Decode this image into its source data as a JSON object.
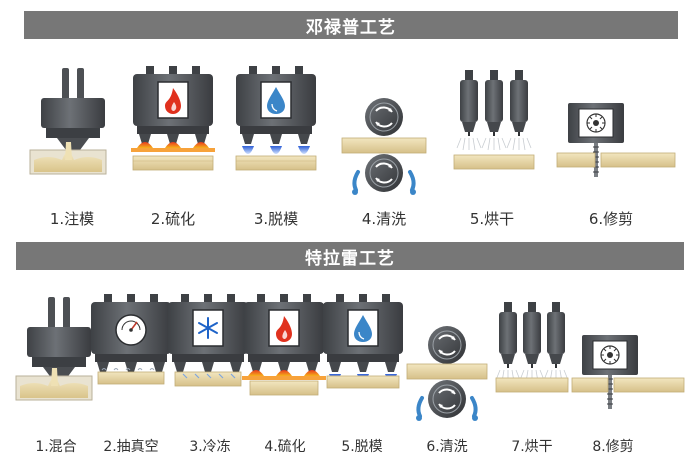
{
  "section_a": {
    "title": "邓禄普工艺",
    "steps": [
      {
        "label": "1.注模",
        "icon": "injection-nozzle-icon"
      },
      {
        "label": "2.硫化",
        "icon": "heating-press-icon"
      },
      {
        "label": "3.脱模",
        "icon": "cooling-press-icon"
      },
      {
        "label": "4.清洗",
        "icon": "rollers-wash-icon"
      },
      {
        "label": "5.烘干",
        "icon": "dryer-nozzles-icon"
      },
      {
        "label": "6.修剪",
        "icon": "trimming-saw-icon"
      }
    ]
  },
  "section_b": {
    "title": "特拉雷工艺",
    "steps": [
      {
        "label": "1.混合",
        "icon": "mixing-nozzle-icon"
      },
      {
        "label": "2.抽真空",
        "icon": "vacuum-gauge-press-icon"
      },
      {
        "label": "3.冷冻",
        "icon": "freezing-press-icon"
      },
      {
        "label": "4.硫化",
        "icon": "heating-press-icon"
      },
      {
        "label": "5.脱模",
        "icon": "cooling-press-icon"
      },
      {
        "label": "6.清洗",
        "icon": "rollers-wash-icon"
      },
      {
        "label": "7.烘干",
        "icon": "dryer-nozzles-icon"
      },
      {
        "label": "8.修剪",
        "icon": "trimming-saw-icon"
      }
    ]
  },
  "colors": {
    "banner": "#777777",
    "machine": "#55585c",
    "foam": "#eadcae",
    "flame": "#e0311e",
    "water": "#3b86c8",
    "steam": "#4f74d6"
  }
}
